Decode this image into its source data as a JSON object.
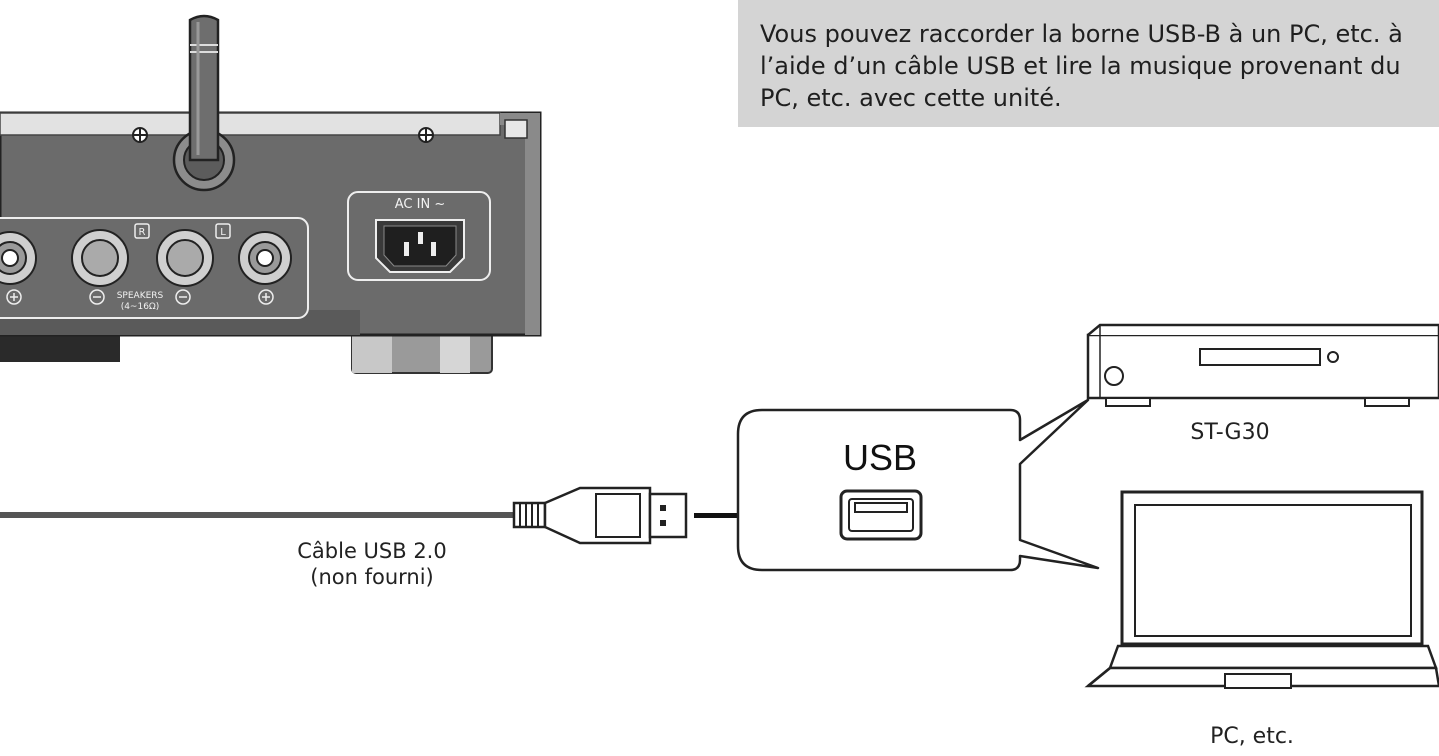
{
  "instruction": "Vous pouvez raccorder la borne USB-B à un PC, etc. à l’aide d’un câble USB et lire la musique provenant du PC, etc. avec cette unité.",
  "amplifier": {
    "ac_in": "AC IN ~",
    "speakers": "SPEAKERS",
    "impedance": "(4~16Ω)",
    "right_mark": "R",
    "left_mark": "L"
  },
  "cable": {
    "line1": "Câble USB 2.0",
    "line2": "(non fourni)"
  },
  "callout": {
    "port_label": "USB"
  },
  "devices": {
    "player": "ST-G30",
    "computer": "PC, etc."
  }
}
